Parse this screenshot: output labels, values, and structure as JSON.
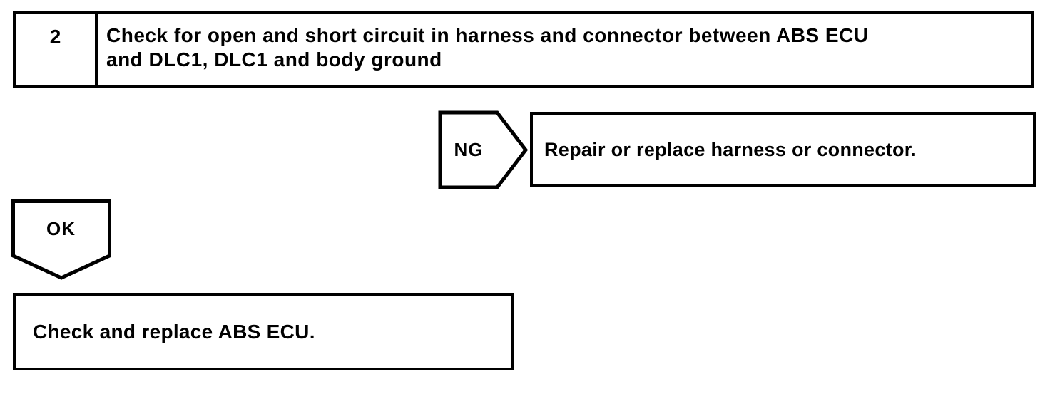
{
  "step_box": {
    "number": "2",
    "lines": [
      "Check for open and short circuit in harness and connector between ABS ECU",
      "and DLC1, DLC1 and body ground"
    ]
  },
  "ng_connector": {
    "label": "NG"
  },
  "ng_action_box": {
    "text": "Repair or replace harness or connector."
  },
  "ok_connector": {
    "label": "OK"
  },
  "ok_result_box": {
    "text": "Check and replace ABS ECU."
  },
  "colors": {
    "ink": "#000000",
    "paper": "#ffffff"
  }
}
